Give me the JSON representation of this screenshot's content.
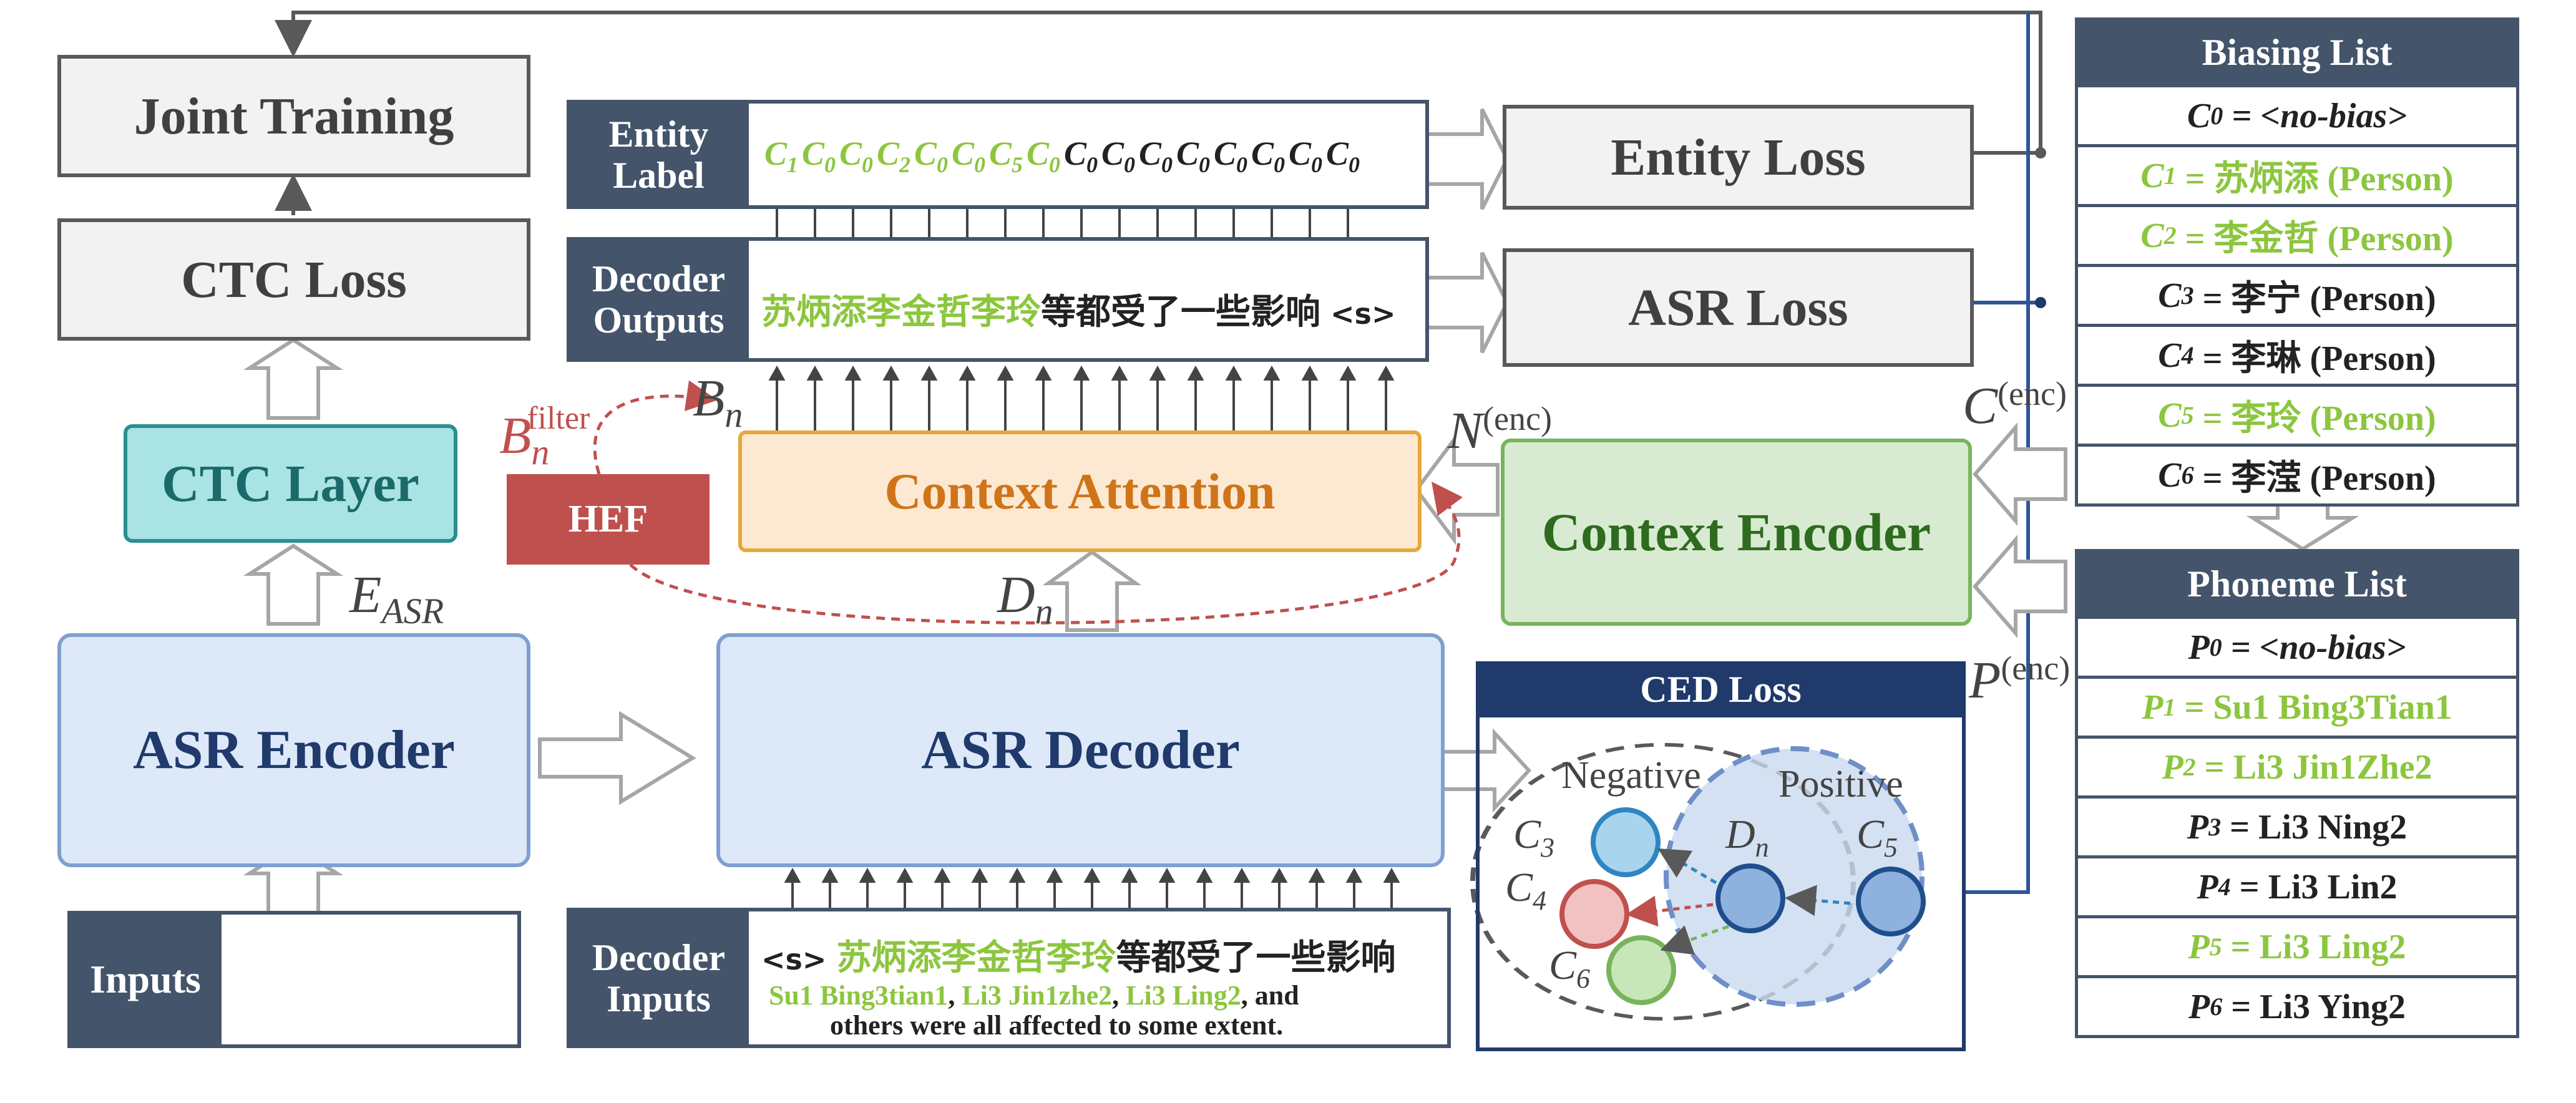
{
  "blocks": {
    "joint_training": "Joint Training",
    "ctc_loss": "CTC Loss",
    "ctc_layer": "CTC Layer",
    "asr_encoder": "ASR Encoder",
    "asr_decoder": "ASR Decoder",
    "context_attention": "Context Attention",
    "context_encoder": "Context Encoder",
    "hef": "HEF",
    "entity_loss": "Entity Loss",
    "asr_loss": "ASR Loss"
  },
  "tags": {
    "entity_label_1": "Entity",
    "entity_label_2": "Label",
    "decoder_outputs_1": "Decoder",
    "decoder_outputs_2": "Outputs",
    "decoder_inputs_1": "Decoder",
    "decoder_inputs_2": "Inputs",
    "inputs": "Inputs"
  },
  "entity_label_seq": [
    {
      "t": "C",
      "s": "1",
      "g": true
    },
    {
      "t": "C",
      "s": "0",
      "g": true
    },
    {
      "t": "C",
      "s": "0",
      "g": true
    },
    {
      "t": "C",
      "s": "2",
      "g": true
    },
    {
      "t": "C",
      "s": "0",
      "g": true
    },
    {
      "t": "C",
      "s": "0",
      "g": true
    },
    {
      "t": "C",
      "s": "5",
      "g": true
    },
    {
      "t": "C",
      "s": "0",
      "g": true
    },
    {
      "t": "C",
      "s": "0",
      "g": false
    },
    {
      "t": "C",
      "s": "0",
      "g": false
    },
    {
      "t": "C",
      "s": "0",
      "g": false
    },
    {
      "t": "C",
      "s": "0",
      "g": false
    },
    {
      "t": "C",
      "s": "0",
      "g": false
    },
    {
      "t": "C",
      "s": "0",
      "g": false
    },
    {
      "t": "C",
      "s": "0",
      "g": false
    },
    {
      "t": "C",
      "s": "0",
      "g": false
    }
  ],
  "decoder_outputs": {
    "green": "苏炳添李金哲李玲",
    "black": "等都受了一些影响",
    "end": " <s>"
  },
  "decoder_inputs": {
    "start": "<s> ",
    "green": "苏炳添李金哲李玲",
    "black": "等都受了一些影响",
    "line2_g1": "Su1 Bing3tian1",
    "line2_s1": ", ",
    "line2_g2": "Li3 Jin1zhe2",
    "line2_s2": ", ",
    "line2_g3": "Li3 Ling2",
    "line2_s3": ", and",
    "line3": "others were all affected to some extent."
  },
  "labels": {
    "b_n_filter_base": "B",
    "b_n_filter_sub": "n",
    "b_n_filter_sup": "filter",
    "b_n_base": "B",
    "b_n_sub": "n",
    "n_enc_base": "N",
    "n_enc_sup": "(enc)",
    "c_enc_base": "C",
    "c_enc_sup": "(enc)",
    "p_enc_base": "P",
    "p_enc_sup": "(enc)",
    "e_asr_base": "E",
    "e_asr_sub": "ASR",
    "d_n_base": "D",
    "d_n_sub": "n"
  },
  "ced": {
    "title": "CED Loss",
    "negative": "Negative",
    "positive": "Positive",
    "c3": "C",
    "c3_sub": "3",
    "c4": "C",
    "c4_sub": "4",
    "c6": "C",
    "c6_sub": "6",
    "c5": "C",
    "c5_sub": "5",
    "dn": "D",
    "dn_sub": "n"
  },
  "biasing_list": {
    "title": "Biasing List",
    "rows": [
      {
        "sym": "C",
        "sub": "0",
        "rest": " = <no-bias>",
        "green": false,
        "italic_rest": true
      },
      {
        "sym": "C",
        "sub": "1",
        "rest": " = 苏炳添 (Person)",
        "green": true,
        "italic_rest": false
      },
      {
        "sym": "C",
        "sub": "2",
        "rest": " = 李金哲 (Person)",
        "green": true,
        "italic_rest": false
      },
      {
        "sym": "C",
        "sub": "3",
        "rest": " = 李宁 (Person)",
        "green": false,
        "italic_rest": false
      },
      {
        "sym": "C",
        "sub": "4",
        "rest": " = 李琳 (Person)",
        "green": false,
        "italic_rest": false
      },
      {
        "sym": "C",
        "sub": "5",
        "rest": " = 李玲 (Person)",
        "green": true,
        "italic_rest": false
      },
      {
        "sym": "C",
        "sub": "6",
        "rest": " = 李滢 (Person)",
        "green": false,
        "italic_rest": false
      }
    ]
  },
  "phoneme_list": {
    "title": "Phoneme List",
    "rows": [
      {
        "sym": "P",
        "sub": "0",
        "rest": " = <no-bias>",
        "green": false,
        "italic_rest": true
      },
      {
        "sym": "P",
        "sub": "1",
        "rest": " = Su1 Bing3Tian1",
        "green": true,
        "italic_rest": false
      },
      {
        "sym": "P",
        "sub": "2",
        "rest": " = Li3 Jin1Zhe2",
        "green": true,
        "italic_rest": false
      },
      {
        "sym": "P",
        "sub": "3",
        "rest": " = Li3 Ning2",
        "green": false,
        "italic_rest": false
      },
      {
        "sym": "P",
        "sub": "4",
        "rest": " = Li3 Lin2",
        "green": false,
        "italic_rest": false
      },
      {
        "sym": "P",
        "sub": "5",
        "rest": " = Li3 Ling2",
        "green": true,
        "italic_rest": false
      },
      {
        "sym": "P",
        "sub": "6",
        "rest": " = Li3 Ying2",
        "green": false,
        "italic_rest": false
      }
    ]
  },
  "colors": {
    "green_text": "#8cc63f",
    "navy": "#44546a",
    "hef_red": "#c0504d"
  }
}
